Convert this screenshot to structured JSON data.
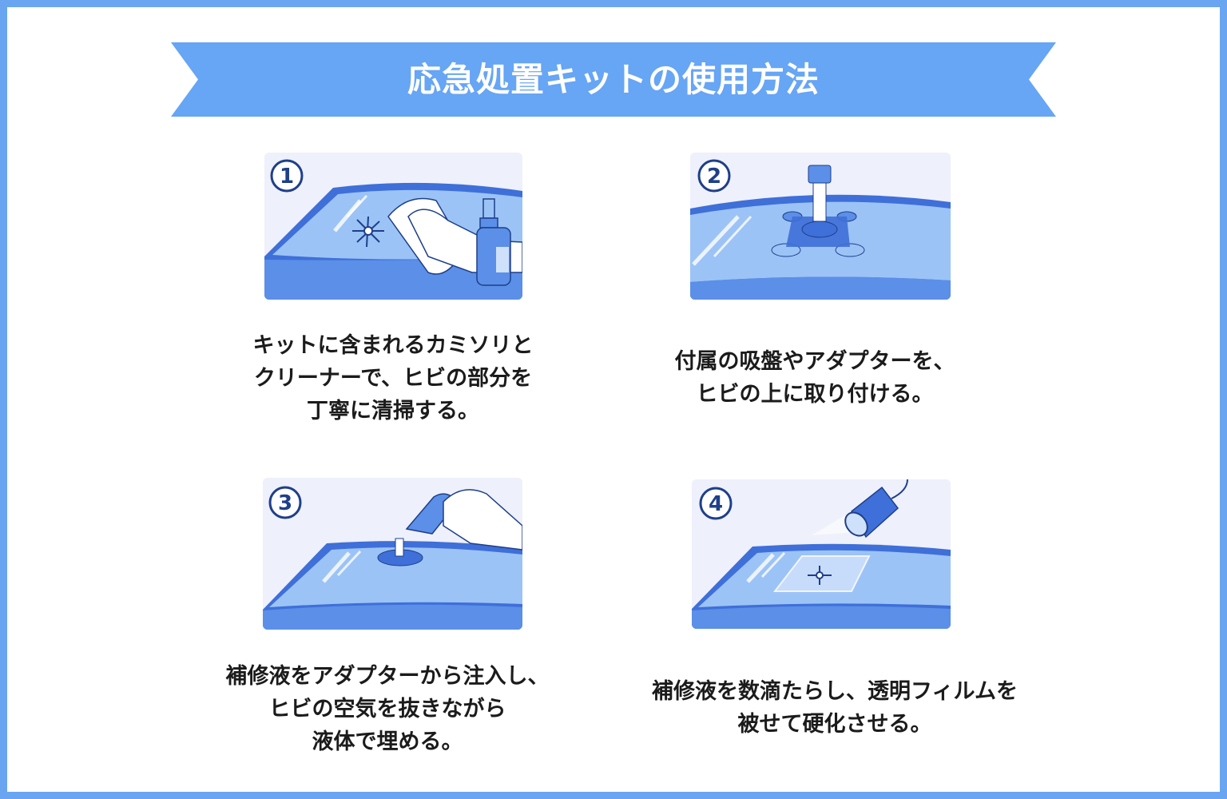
{
  "title": "応急処置キットの使用方法",
  "colors": {
    "frame": "#6aa5f2",
    "banner": "#67a5f5",
    "accent_dark": "#1e3f8a",
    "panel_bg": "#eef0fb",
    "car_body": "#5b8fe8"
  },
  "steps": [
    {
      "number": "1",
      "icon": "cloth-wipe-and-spray-bottle",
      "lines": [
        "キットに含まれるカミソリと",
        "クリーナーで、ヒビの部分を",
        "丁寧に清掃する。"
      ]
    },
    {
      "number": "2",
      "icon": "suction-adapter-on-crack",
      "lines": [
        "付属の吸盤やアダプターを、",
        "ヒビの上に取り付ける。"
      ]
    },
    {
      "number": "3",
      "icon": "resin-bottle-injection",
      "lines": [
        "補修液をアダプターから注入し、",
        "ヒビの空気を抜きながら",
        "液体で埋める。"
      ]
    },
    {
      "number": "4",
      "icon": "uv-light-curing-film",
      "lines": [
        "補修液を数滴たらし、透明フィルムを",
        "被せて硬化させる。"
      ]
    }
  ]
}
